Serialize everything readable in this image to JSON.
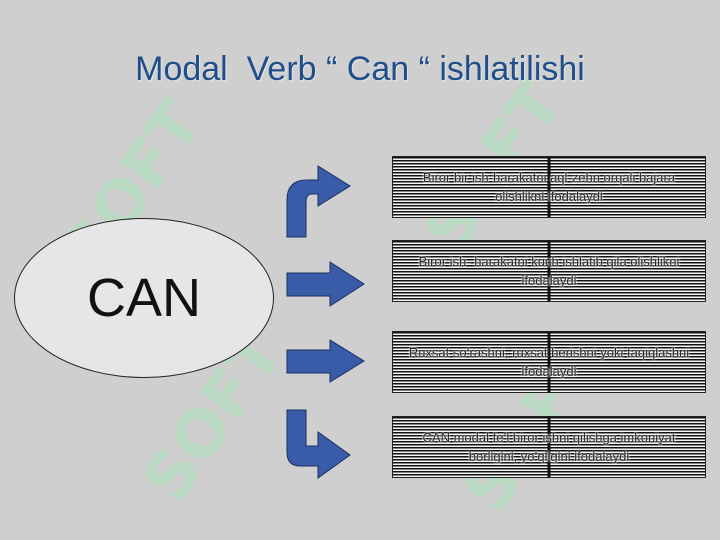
{
  "slide": {
    "title": "Modal  Verb “ Can “ ishlatilishi",
    "center_label": "CAN",
    "watermark": "SOFT",
    "boxes": [
      {
        "text": "Biror  bir  ish-harakatni  aql-zehn  orqali  bajara  olishlikni ifodalaydi"
      },
      {
        "text": "Biror ish- harakatni  kuch  ishlatib  qila  olishlikni ifodalaydi"
      },
      {
        "text": "Ruxsat so’rashni, ruxsat berishni yoki taqiqlashni ifodalaydi"
      },
      {
        "text": "CAN modal fe’l biror ishni qilishga imkoniyat borligini, yo’qligini ifodalaydi"
      }
    ]
  },
  "colors": {
    "arrow_fill": "#3a5ca8",
    "arrow_stroke": "#1a2f5e",
    "title_color": "#1f4e8a",
    "background": "#cfcfcf"
  }
}
